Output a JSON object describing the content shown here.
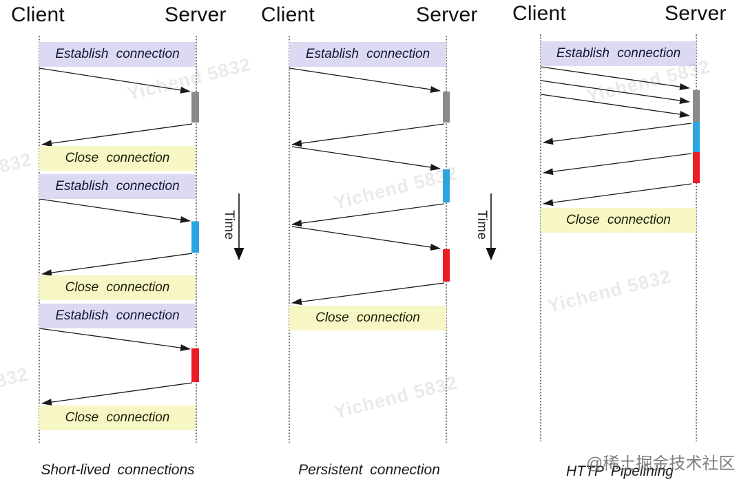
{
  "labels": {
    "client": "Client",
    "server": "Server",
    "establish_connection": "Establish connection",
    "close_connection": "Close connection",
    "time": "Time"
  },
  "panels": [
    {
      "caption": "Short-lived connections"
    },
    {
      "caption": "Persistent connection"
    },
    {
      "caption": "HTTP Pipelining"
    }
  ],
  "colors": {
    "establish_band": "#dcdaf2",
    "close_band": "#f7f7c5",
    "server_processing_gray": "#8a8a8a",
    "server_processing_blue": "#29a6e2",
    "server_processing_red": "#ec1c24",
    "arrow": "#1a1a1a"
  },
  "watermark": {
    "text": "Yichend 5832",
    "attribution": "@稀土掘金技术社区"
  }
}
